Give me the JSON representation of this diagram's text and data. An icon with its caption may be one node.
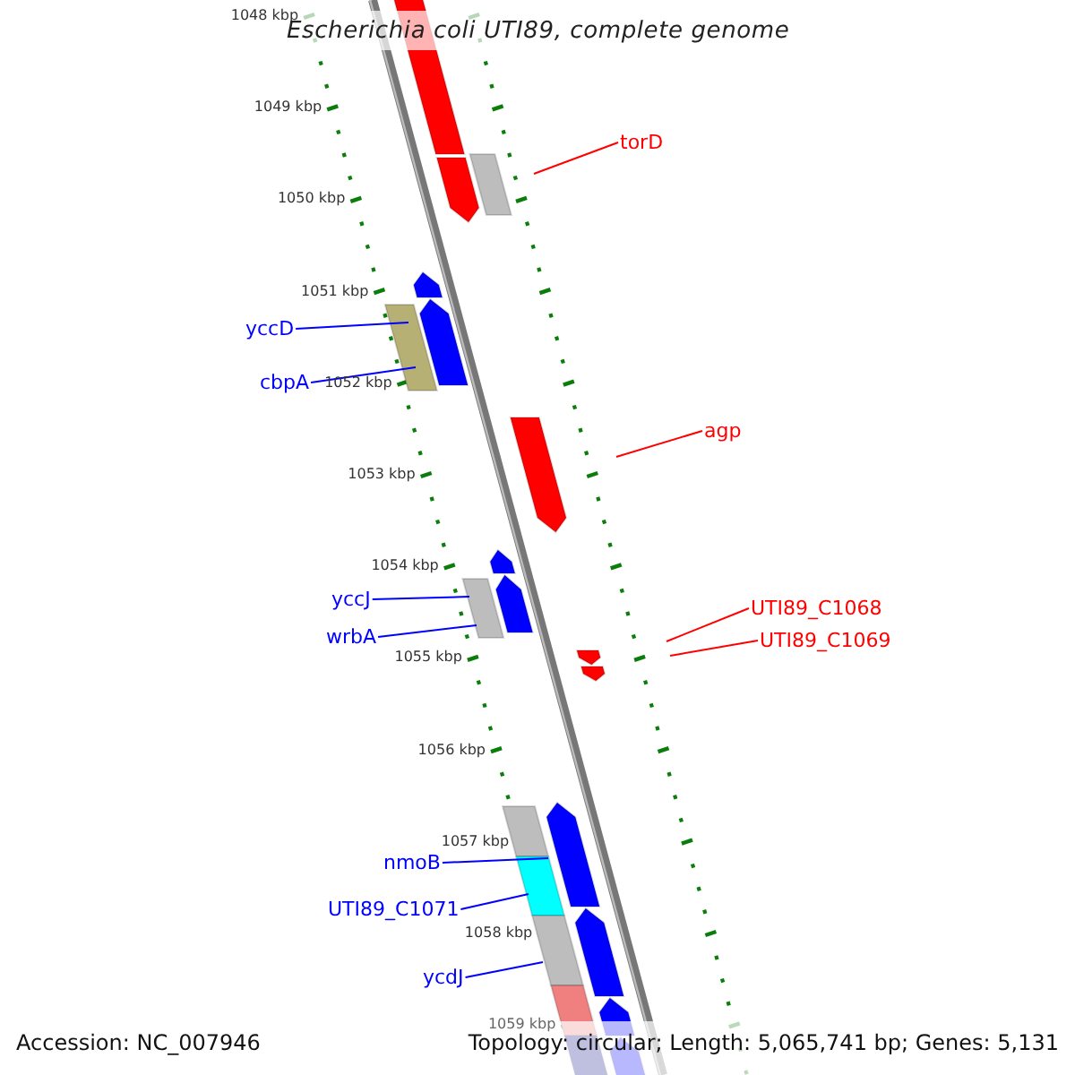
{
  "diagram": {
    "title": "Escherichia coli UTI89, complete genome",
    "nodes": [
      {
        "text": [
          "torD"
        ]
      },
      {
        "text": [
          "yccD"
        ]
      },
      {
        "text": [
          "cbpA"
        ]
      },
      {
        "text": [
          "agp"
        ]
      },
      {
        "text": [
          "yccJ"
        ]
      },
      {
        "text": [
          "UTI89_C1068"
        ]
      },
      {
        "text": [
          "wrbA"
        ]
      },
      {
        "text": [
          "UTI89_C1069"
        ]
      },
      {
        "text": [
          "nmoB"
        ]
      },
      {
        "text": [
          "UTI89_C1071"
        ]
      },
      {
        "text": [
          "ycdJ"
        ]
      }
    ],
    "edges": [
      {
        "from": 0,
        "to": null,
        "arrow": "none",
        "color": "#ff0000"
      },
      {
        "from": 1,
        "to": null,
        "arrow": "none"
      },
      {
        "from": 2,
        "to": null,
        "arrow": "none"
      },
      {
        "from": 3,
        "to": null,
        "arrow": "none",
        "color": "#ff0000"
      },
      {
        "from": 4,
        "to": null,
        "arrow": "none"
      },
      {
        "from": 5,
        "to": null,
        "arrow": "none",
        "color": "#ff0000"
      },
      {
        "from": 6,
        "to": null,
        "arrow": "none"
      },
      {
        "from": 7,
        "to": null,
        "arrow": "none",
        "color": "#ff0000"
      },
      {
        "from": 8,
        "to": null,
        "arrow": "none"
      },
      {
        "from": 9,
        "to": null,
        "arrow": "none"
      },
      {
        "from": 10,
        "to": null,
        "arrow": "none"
      }
    ],
    "labels": [
      "1048 kbp",
      "1049 kbp",
      "1050 kbp",
      "1051 kbp",
      "1052 kbp",
      "1053 kbp",
      "1054 kbp",
      "1055 kbp",
      "1056 kbp",
      "1057 kbp",
      "1058 kbp",
      "1059 kbp",
      "Accession: NC_007946",
      "Topology: circular; Length: 5,065,741 bp; Genes: 5,131"
    ]
  }
}
